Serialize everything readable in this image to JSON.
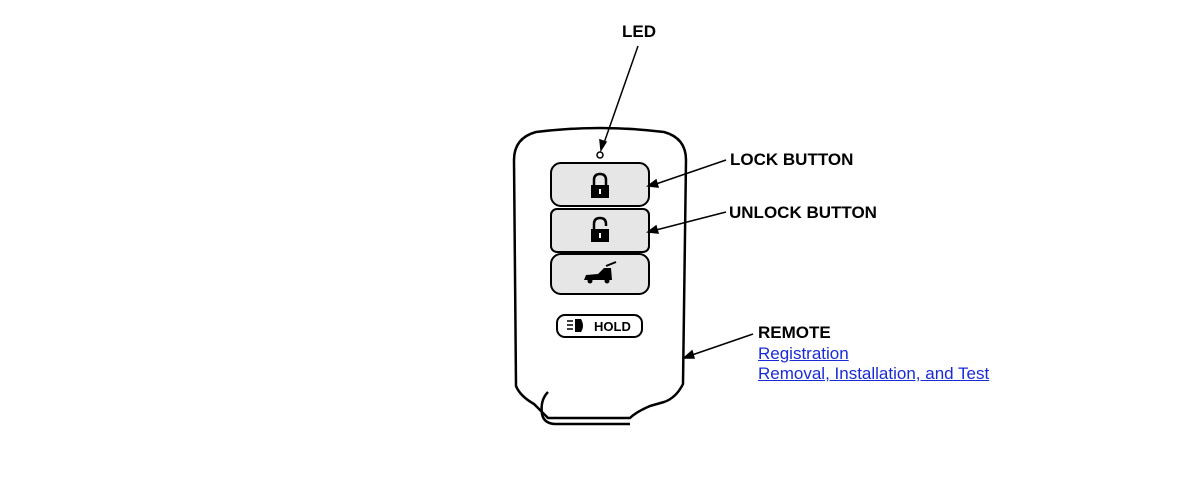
{
  "labels": {
    "led": "LED",
    "lock_button": "LOCK BUTTON",
    "unlock_button": "UNLOCK BUTTON",
    "remote": "REMOTE"
  },
  "links": {
    "registration": "Registration",
    "removal": "Removal, Installation, and Test"
  },
  "fob": {
    "hold_label": "HOLD"
  },
  "colors": {
    "line": "#000000",
    "link": "#1a2bd6",
    "button_fill": "#e6e6e6"
  },
  "icons": [
    "lock-closed-icon",
    "lock-open-icon",
    "tailgate-icon",
    "panic-light-icon"
  ]
}
